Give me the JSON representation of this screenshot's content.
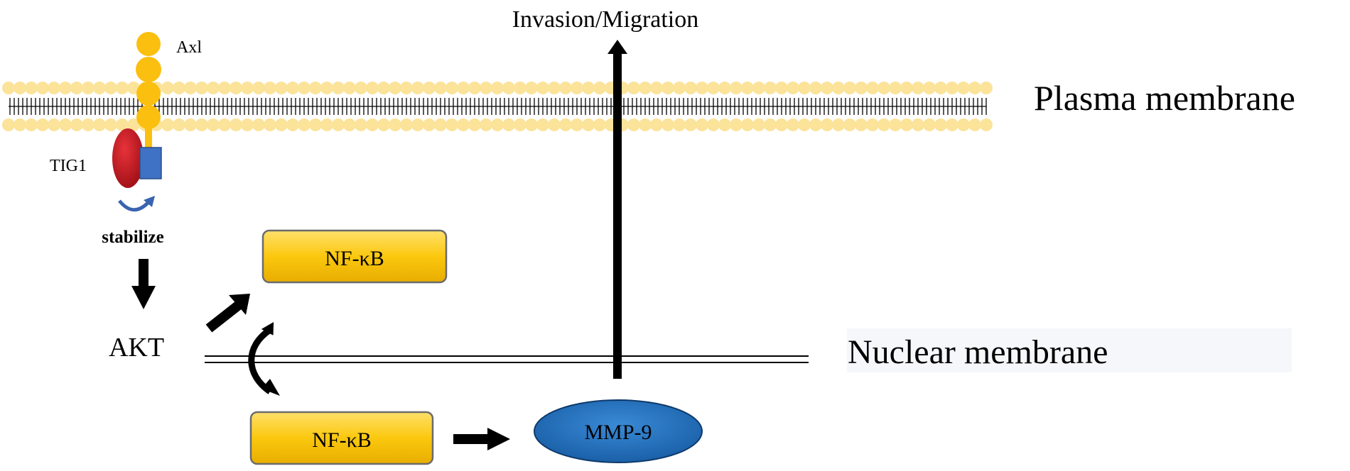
{
  "labels": {
    "invasion": "Invasion/Migration",
    "plasma_membrane": "Plasma membrane",
    "nuclear_membrane": "Nuclear membrane",
    "axl": "Axl",
    "tig1": "TIG1",
    "stabilize": "stabilize",
    "akt": "AKT",
    "nfkb_cytoplasm": "NF-κB",
    "nfkb_nucleus": "NF-κB",
    "mmp9": "MMP-9"
  },
  "colors": {
    "lipid_head": "#fbe39a",
    "axl": "#fbbf0f",
    "tig1": "#c0151d",
    "tig1_partner": "#3f72c4",
    "stabilize_arrow": "#3a63b0",
    "nfkb_fill": "#fbc80e",
    "mmp9_fill": "#1f6fbd",
    "nuclear_label_bg": "#f6f7fb"
  },
  "icons": {
    "curved_arrow": "curved-arrow-icon",
    "straight_arrow": "arrow-icon"
  }
}
